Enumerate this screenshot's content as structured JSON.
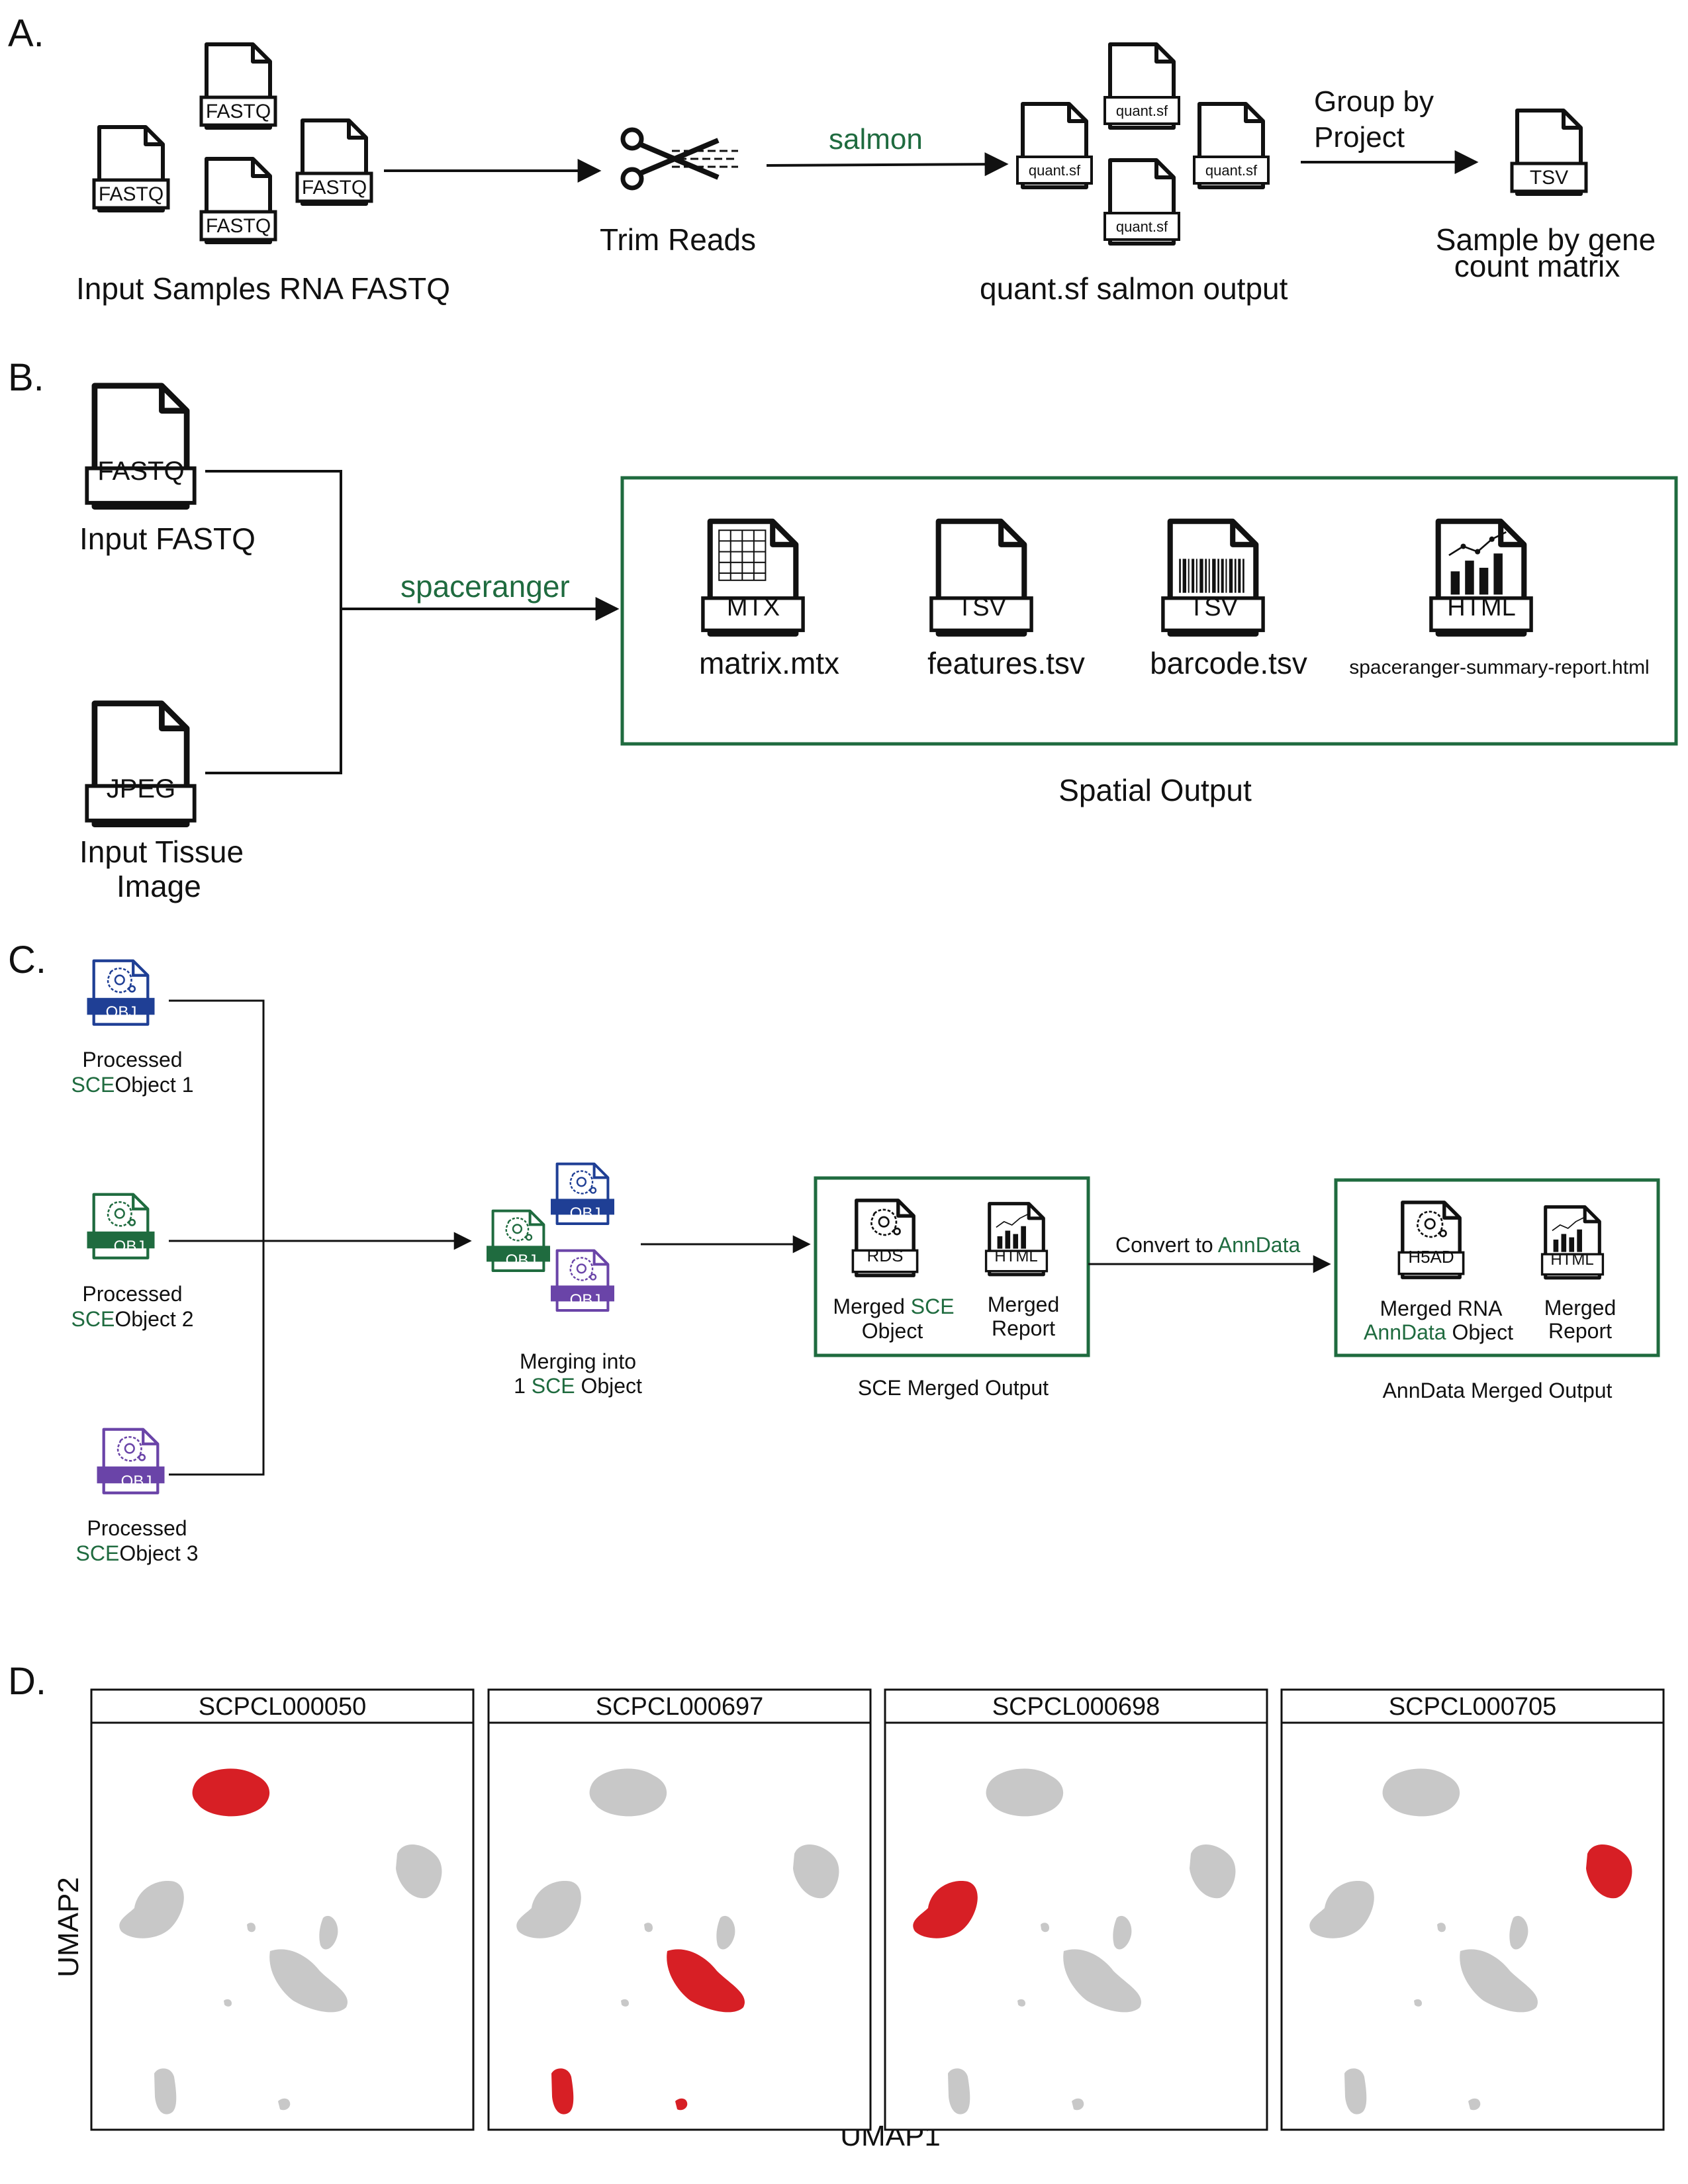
{
  "colors": {
    "green": "#1f6b3f",
    "blue": "#1f3f95",
    "purple": "#6a44a8",
    "red": "#d71f25",
    "gray": "#c8c8c8",
    "black": "#111111"
  },
  "panelA": {
    "label": "A.",
    "fastq_label": "FASTQ",
    "inputs_caption": "Input Samples RNA FASTQ",
    "trim_caption": "Trim Reads",
    "salmon_label": "salmon",
    "quant_label": "quant.sf",
    "quant_caption": "quant.sf salmon output",
    "group_line1": "Group by",
    "group_line2": "Project",
    "tsv_label": "TSV",
    "matrix_line1": "Sample by gene",
    "matrix_line2": "count matrix"
  },
  "panelB": {
    "label": "B.",
    "fastq_label": "FASTQ",
    "fastq_caption": "Input FASTQ",
    "jpeg_label": "JPEG",
    "tissue_line1": "Input Tissue",
    "tissue_line2": "Image",
    "spaceranger_label": "spaceranger",
    "outputs": [
      {
        "tag": "MTX",
        "caption": "matrix.mtx"
      },
      {
        "tag": "TSV",
        "caption": "features.tsv"
      },
      {
        "tag": "TSV",
        "caption": "barcode.tsv"
      },
      {
        "tag": "HTML",
        "caption": "spaceranger-summary-report.html"
      }
    ],
    "box_caption": "Spatial Output"
  },
  "panelC": {
    "label": "C.",
    "obj_tag": "OBJ",
    "processed": "Processed",
    "sce": "SCE",
    "object1": "Object 1",
    "object2": "Object 2",
    "object3": "Object 3",
    "merging_line1": "Merging into",
    "merging_prefix": "1",
    "merging_suffix": "Object",
    "rds_tag": "RDS",
    "html_tag": "HTML",
    "h5ad_tag": "H5AD",
    "merged": "Merged",
    "object": "Object",
    "merged_report_line2": "Report",
    "sce_box_caption": "SCE Merged Output",
    "convert_prefix": "Convert to",
    "anndata": "AnnData",
    "merged_rna": "Merged RNA",
    "anndata_box_caption": "AnnData Merged Output"
  },
  "panelD": {
    "label": "D.",
    "xlabel": "UMAP1",
    "ylabel": "UMAP2",
    "facets": [
      "SCPCL000050",
      "SCPCL000697",
      "SCPCL000698",
      "SCPCL000705"
    ]
  }
}
